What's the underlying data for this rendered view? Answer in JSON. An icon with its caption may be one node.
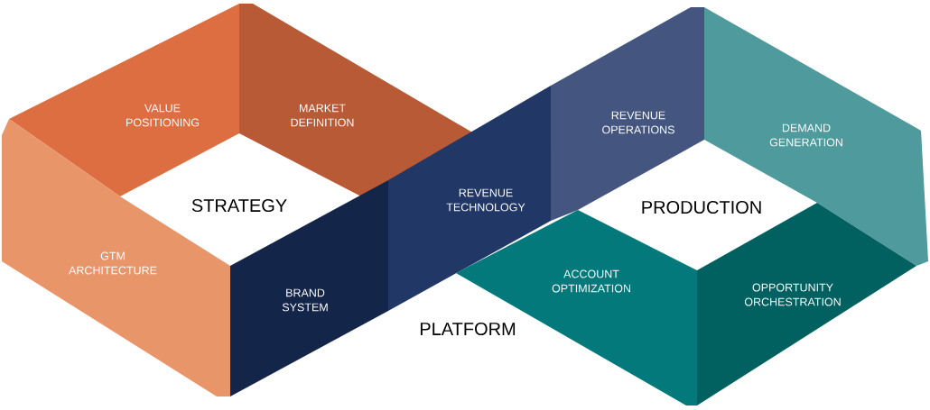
{
  "diagram": {
    "nodes": [
      {
        "text": [
          "VALUE POSITIONING"
        ]
      },
      {
        "text": [
          "MARKET DEFINITION"
        ]
      },
      {
        "text": [
          "GTM ARCHITECTURE"
        ]
      },
      {
        "text": [
          "BRAND SYSTEM"
        ]
      },
      {
        "text": [
          "REVENUE TECHNOLOGY"
        ]
      },
      {
        "text": [
          "REVENUE OPERATIONS"
        ]
      },
      {
        "text": [
          "DEMAND GENERATION"
        ]
      },
      {
        "text": [
          "ACCOUNT OPTIMIZATION"
        ]
      },
      {
        "text": [
          "OPPORTUNITY ORCHESTRATION"
        ]
      }
    ],
    "labels": [
      "STRATEGY",
      "PRODUCTION",
      "PLATFORM"
    ]
  }
}
